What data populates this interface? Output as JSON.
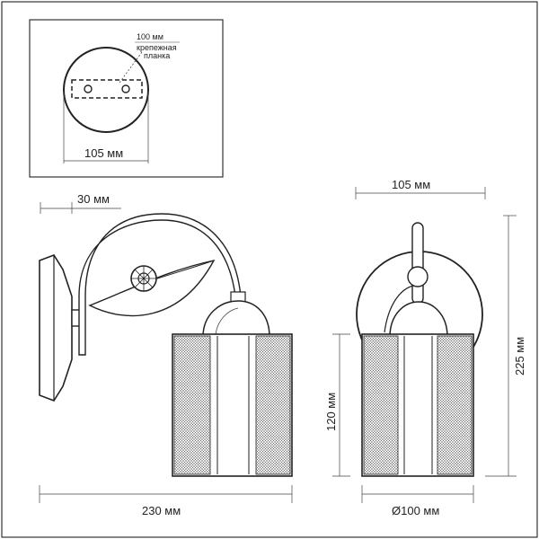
{
  "inset": {
    "plate_width_label": "100 мм",
    "mount_bracket_label_line1": "крепежная",
    "mount_bracket_label_line2": "планка",
    "base_diameter_label": "105 мм"
  },
  "side_view": {
    "projection_label": "30 мм",
    "total_width_label": "230 мм"
  },
  "front_view": {
    "width_label": "105 мм",
    "shade_height_label": "120 мм",
    "total_height_label": "225 мм",
    "shade_diameter_label": "Ø100 мм"
  }
}
